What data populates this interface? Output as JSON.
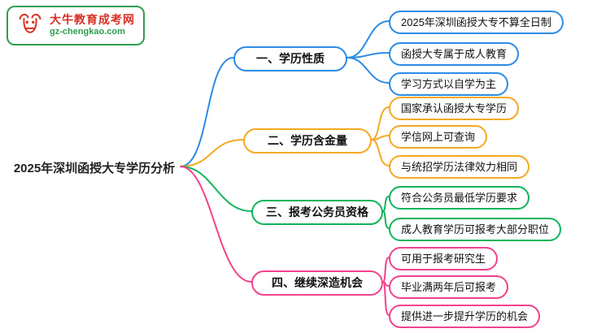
{
  "logo": {
    "title": "大牛教育成考网",
    "site": "gz-chengkao.com"
  },
  "root": {
    "label": "2025年深圳函授大专学历分析"
  },
  "colors": {
    "branch1": "#2b8ce6",
    "branch2": "#f7a823",
    "branch3": "#12b45a",
    "bran4": "#f2438c"
  },
  "branches": [
    {
      "label": "一、学历性质",
      "color": "#2b8ce6",
      "children": [
        "2025年深圳函授大专不算全日制",
        "函授大专属于成人教育",
        "学习方式以自学为主"
      ]
    },
    {
      "label": "二、学历含金量",
      "color": "#f7a823",
      "children": [
        "国家承认函授大专学历",
        "学信网上可查询",
        "与统招学历法律效力相同"
      ]
    },
    {
      "label": "三、报考公务员资格",
      "color": "#12b45a",
      "children": [
        "符合公务员最低学历要求",
        "成人教育学历可报考大部分职位"
      ]
    },
    {
      "label": "四、继续深造机会",
      "color": "#f2438c",
      "children": [
        "可用于报考研究生",
        "毕业满两年后可报考",
        "提供进一步提升学历的机会"
      ]
    }
  ]
}
